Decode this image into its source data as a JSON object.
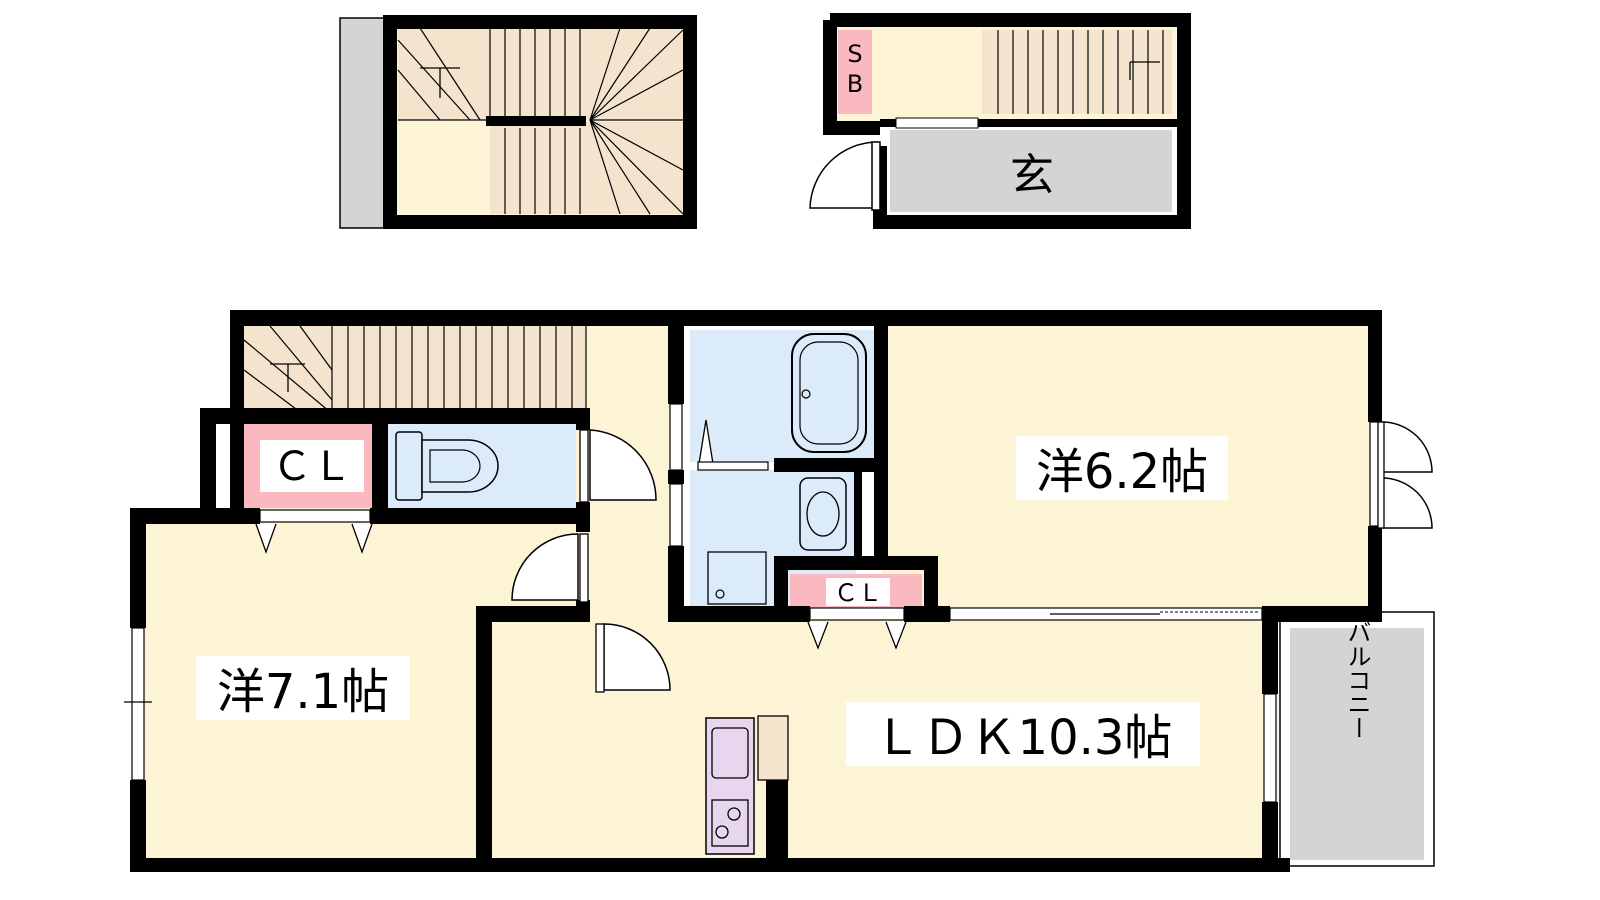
{
  "labels": {
    "sb_top": "S",
    "sb_bottom": "B",
    "genkan": "玄",
    "cl_left": "ＣＬ",
    "cl_center": "ＣＬ",
    "room_right": "洋6.2帖",
    "room_left": "洋7.1帖",
    "ldk": "ＬＤＫ10.3帖",
    "balcony": "バルコニー"
  },
  "colors": {
    "floor": "#fdf3d5",
    "wet": "#dcebfa",
    "closet": "#f9b9bf",
    "gray": "#d4d4d4",
    "stair": "#f4e4cd",
    "kitchen": "#e8d6ee",
    "wall": "#000000"
  }
}
